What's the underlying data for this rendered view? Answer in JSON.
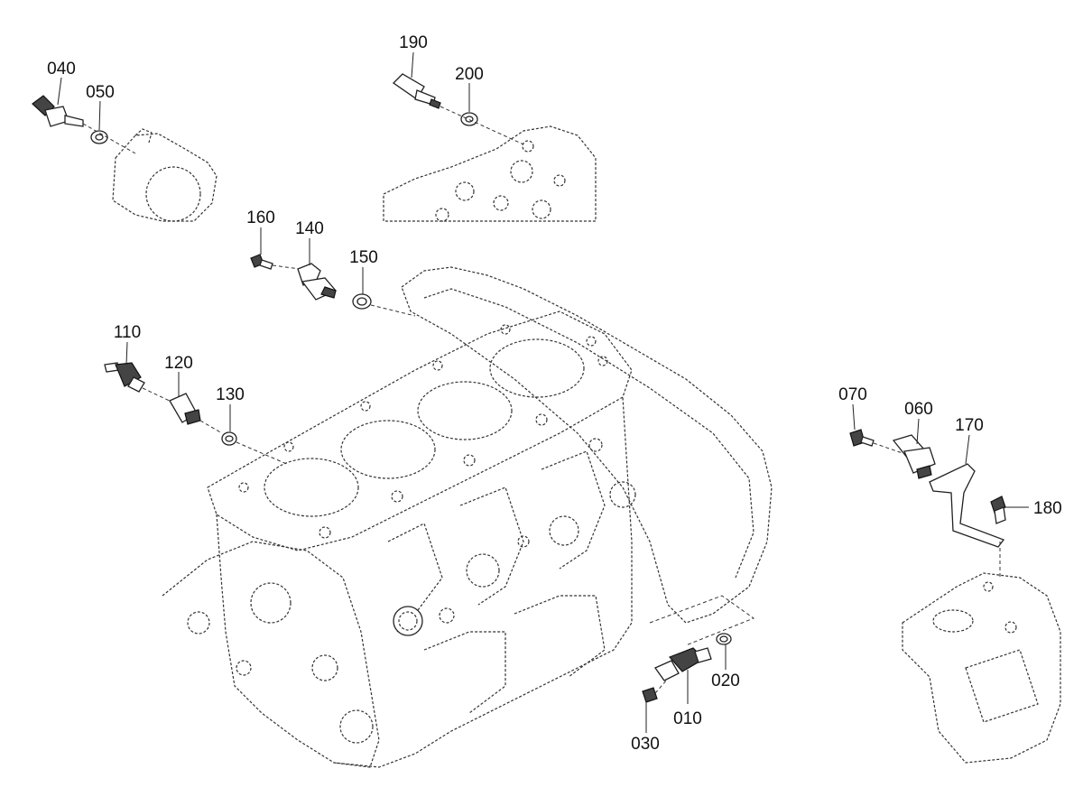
{
  "diagram": {
    "callouts": {
      "p010": "010",
      "p020": "020",
      "p030": "030",
      "p040": "040",
      "p050": "050",
      "p060": "060",
      "p070": "070",
      "p110": "110",
      "p120": "120",
      "p130": "130",
      "p140": "140",
      "p150": "150",
      "p160": "160",
      "p170": "170",
      "p180": "180",
      "p190": "190",
      "p200": "200"
    }
  }
}
